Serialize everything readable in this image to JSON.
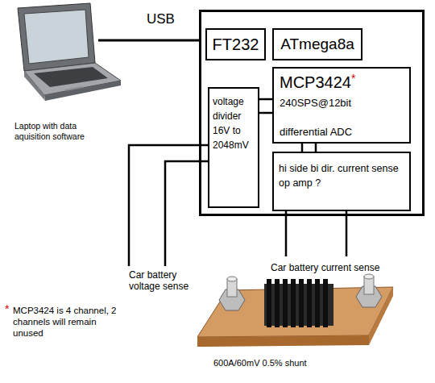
{
  "diagram": {
    "nodes": [
      {
        "text": []
      },
      {
        "text": [
          "FT232"
        ],
        "in": 0
      },
      {
        "text": [
          "ATmega8a"
        ],
        "in": 0
      },
      {
        "text": [
          "MCP3424",
          "*",
          "240SPS@12bit",
          "differential ADC"
        ],
        "in": 0
      },
      {
        "text": [
          "voltage divider 16V to 2048mV"
        ],
        "in": 0
      },
      {
        "text": [
          "hi side bi dir. current sense op amp ?"
        ],
        "in": 0
      }
    ],
    "edges": [
      {
        "from": 4,
        "to": 3,
        "arrow": "none"
      },
      {
        "from": 4,
        "to": 3,
        "arrow": "none"
      },
      {
        "from": 3,
        "to": 5,
        "arrow": "none"
      },
      {
        "from": 3,
        "to": 5,
        "arrow": "none"
      }
    ],
    "labels": [
      "USB",
      "Laptop with data aquisition software",
      "Car battery voltage sense",
      "Car battery current sense",
      "600A/60mV 0.5% shunt",
      "*",
      "MCP3424 is 4 channel, 2 channels will remain unused"
    ]
  }
}
